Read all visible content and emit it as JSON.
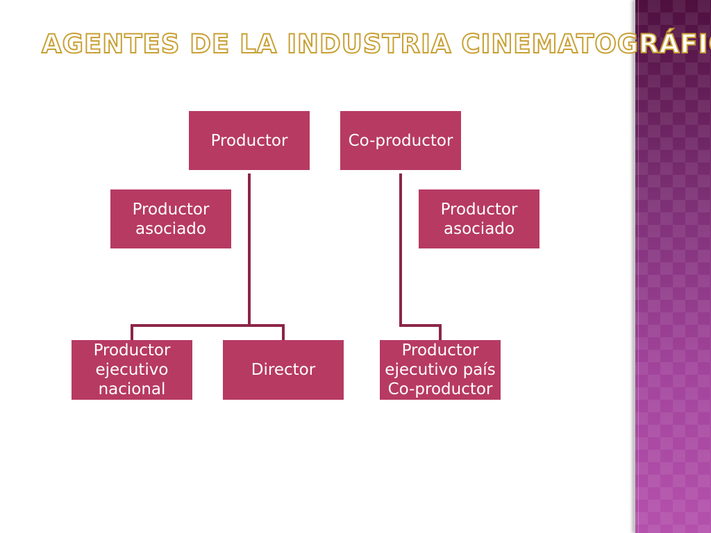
{
  "slide": {
    "title": "AGENTES DE LA INDUSTRIA CINEMATOGRÁFICA"
  },
  "colors": {
    "node_fill": "#b73a63",
    "connector": "#8b2648",
    "title_stroke": "#c8a035",
    "side_band": "#7a2e72"
  },
  "diagram": {
    "nodes": {
      "productor": "Productor",
      "coproductor": "Co-productor",
      "asociado_left": "Productor\nasociado",
      "asociado_right": "Productor\nasociado",
      "ejecutivo_nacional": "Productor\nejecutivo\nnacional",
      "director": "Director",
      "ejecutivo_pais": "Productor\nejecutivo país\nCo-productor"
    }
  }
}
